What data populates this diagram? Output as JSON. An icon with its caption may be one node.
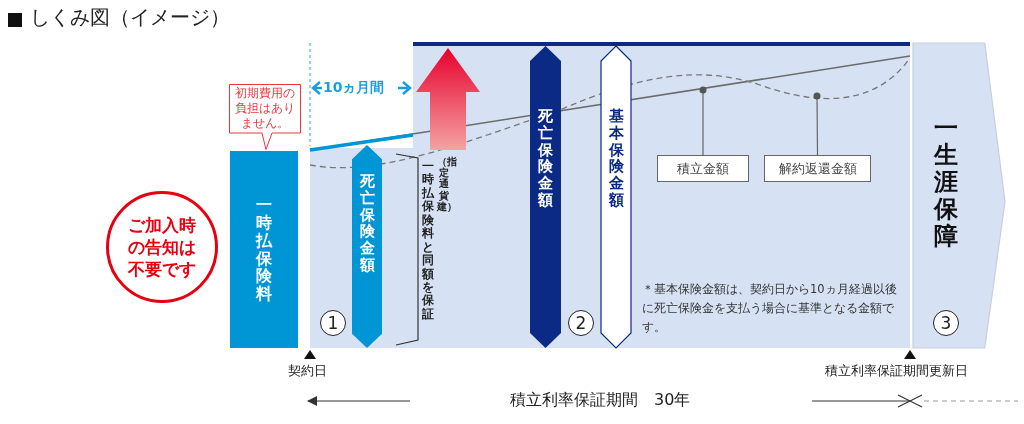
{
  "diagram": {
    "title": "しくみ図（イメージ）",
    "nodes": [
      {
        "text": [
          "初期費用の負担はありません。"
        ]
      },
      {
        "text": [
          "一時払保険料"
        ]
      },
      {
        "text": [
          "ご加入時の告知は不要です"
        ]
      },
      {
        "text": [
          "死亡保険金額"
        ]
      },
      {
        "text": [
          "一時払保険料と同額を保証",
          "（指定通貨建）"
        ]
      },
      {
        "text": [
          "死亡保険金額"
        ]
      },
      {
        "text": [
          "基本保険金額"
        ]
      },
      {
        "text": [
          "積立金額"
        ]
      },
      {
        "text": [
          "解約返還金額"
        ]
      },
      {
        "text": [
          "一生涯保障"
        ]
      }
    ],
    "edges": [
      {
        "from": 7,
        "to": null,
        "arrow": "other"
      },
      {
        "from": 8,
        "to": null,
        "arrow": "other"
      }
    ],
    "labels": [
      "10ヵ月間",
      "1",
      "2",
      "3",
      "＊基本保険金額は、契約日から10ヵ月経過以後に死亡保険金を支払う場合に基準となる金額です。",
      "契約日",
      "積立利率保証期間更新日",
      "積立利率保証期間　30年"
    ]
  }
}
